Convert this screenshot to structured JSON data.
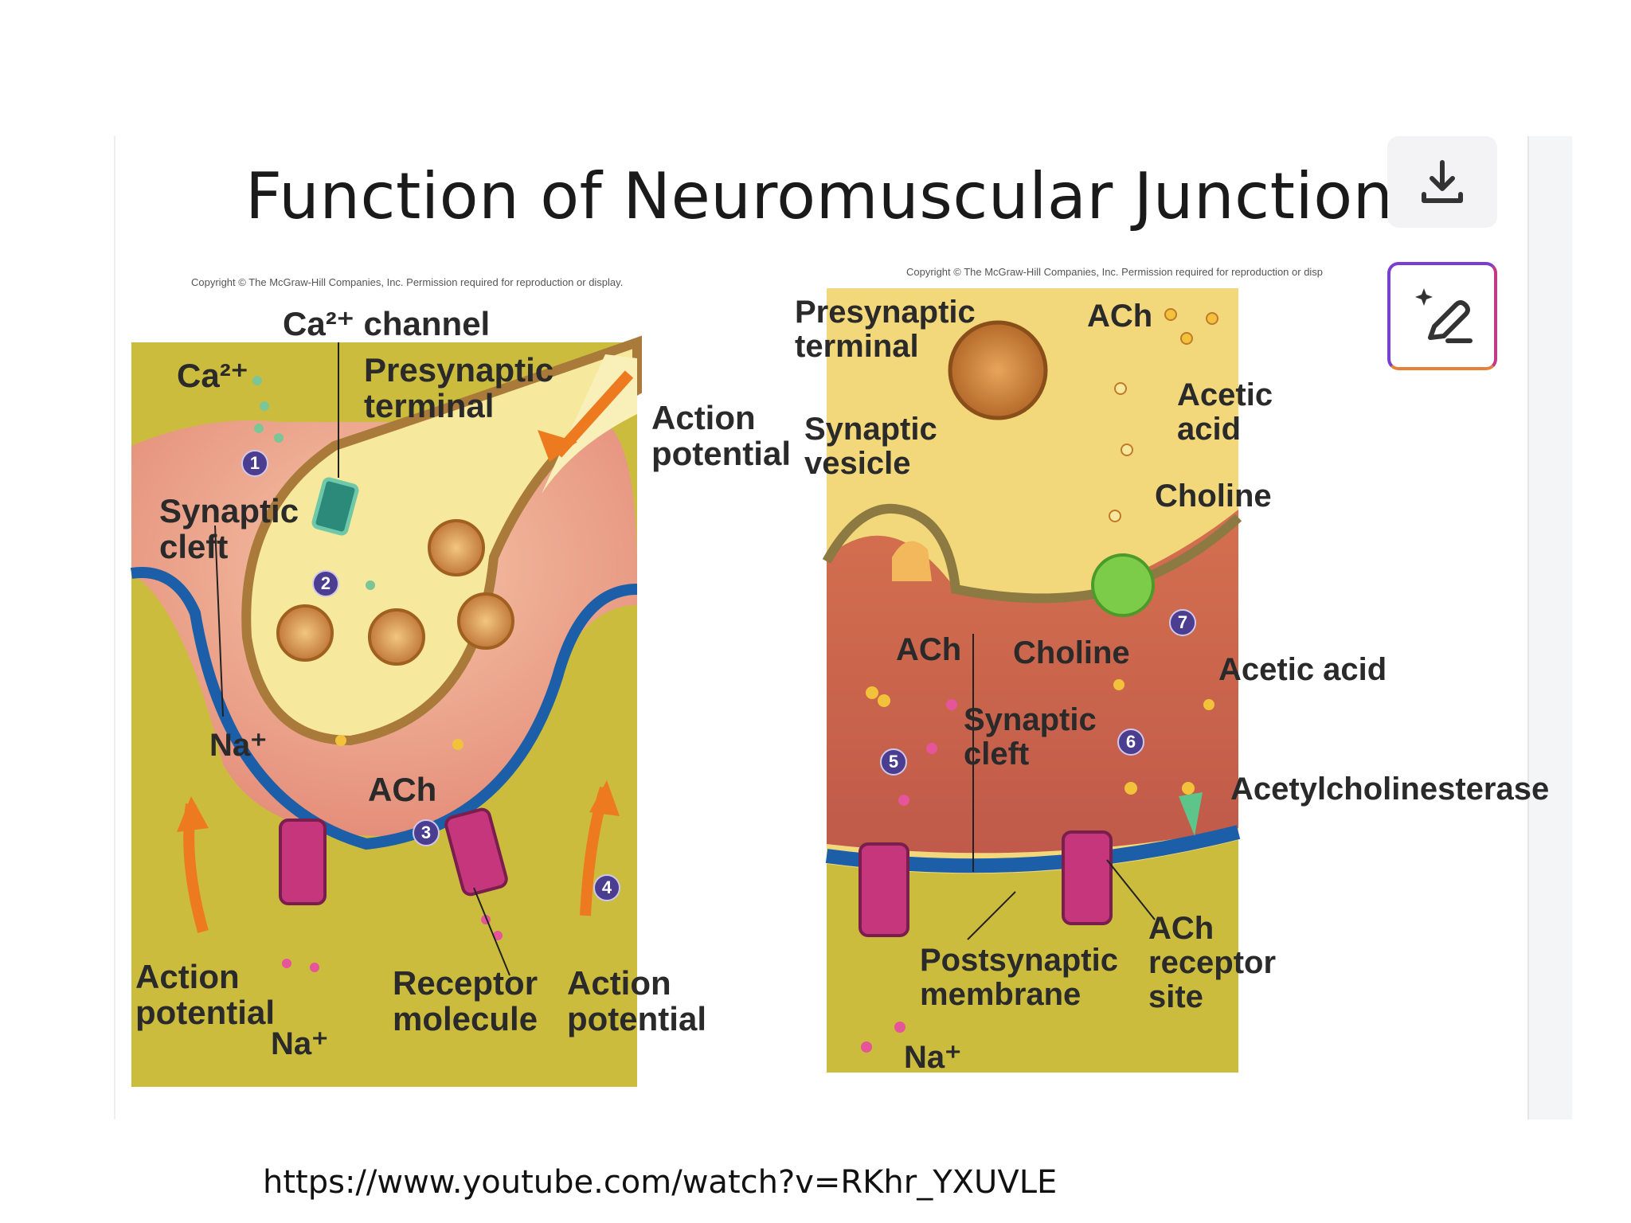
{
  "slide": {
    "title": "Function of Neuromuscular Junction",
    "url": "https://www.youtube.com/watch?v=RKhr_YXUVLE"
  },
  "left_diagram": {
    "copyright": "Copyright © The McGraw-Hill Companies, Inc. Permission required for reproduction or display.",
    "labels": {
      "ca_channel": "Ca²⁺ channel",
      "ca_ion": "Ca²⁺",
      "presynaptic_terminal_1": "Presynaptic",
      "presynaptic_terminal_2": "terminal",
      "action_potential_top_1": "Action",
      "action_potential_top_2": "potential",
      "synaptic_cleft_1": "Synaptic",
      "synaptic_cleft_2": "cleft",
      "na_upper": "Na⁺",
      "ach": "ACh",
      "action_potential_left_1": "Action",
      "action_potential_left_2": "potential",
      "na_lower": "Na⁺",
      "receptor_molecule_1": "Receptor",
      "receptor_molecule_2": "molecule",
      "action_potential_right_1": "Action",
      "action_potential_right_2": "potential"
    },
    "steps": [
      "1",
      "2",
      "3",
      "4"
    ]
  },
  "right_diagram": {
    "copyright": "Copyright © The McGraw-Hill Companies, Inc. Permission required for reproduction or disp",
    "labels": {
      "presynaptic_terminal_1": "Presynaptic",
      "presynaptic_terminal_2": "terminal",
      "ach_top": "ACh",
      "acetic_acid_top_1": "Acetic",
      "acetic_acid_top_2": "acid",
      "synaptic_vesicle_1": "Synaptic",
      "synaptic_vesicle_2": "vesicle",
      "choline_top": "Choline",
      "ach_mid": "ACh",
      "choline_mid": "Choline",
      "acetic_acid_mid": "Acetic acid",
      "synaptic_cleft_1": "Synaptic",
      "synaptic_cleft_2": "cleft",
      "acetylcholinesterase": "Acetylcholinesterase",
      "postsynaptic_membrane_1": "Postsynaptic",
      "postsynaptic_membrane_2": "membrane",
      "ach_receptor_1": "ACh",
      "ach_receptor_2": "receptor",
      "ach_receptor_3": "site",
      "na": "Na⁺"
    },
    "steps": [
      "5",
      "6",
      "7"
    ]
  },
  "toolbar": {
    "download_icon": "download-icon",
    "edit_icon": "sparkle-pen-icon"
  }
}
